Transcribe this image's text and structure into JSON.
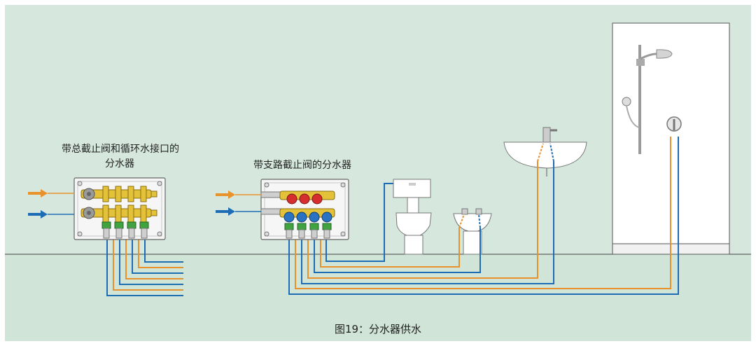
{
  "labels": {
    "manifold_a_line1": "带总截止阀和循环水接口的",
    "manifold_a_line2": "分水器",
    "manifold_b": "带支路截止阀的分水器"
  },
  "caption": "图19：分水器供水",
  "colors": {
    "background": "#d6e8de",
    "hot_pipe": "#e8922c",
    "cold_pipe": "#1e6db4",
    "brass": "#e3c23a",
    "red_valve": "#d62e2e",
    "blue_valve": "#2a73c2"
  }
}
